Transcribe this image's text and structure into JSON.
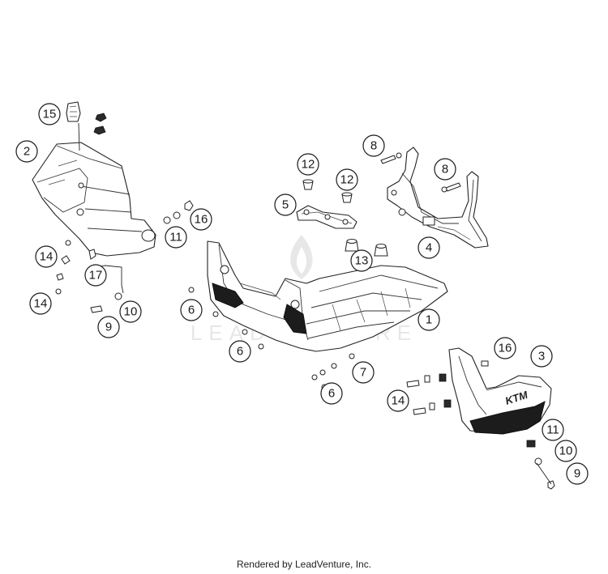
{
  "diagram": {
    "callouts": [
      {
        "label": "15"
      },
      {
        "label": "2"
      },
      {
        "label": "16"
      },
      {
        "label": "11"
      },
      {
        "label": "14"
      },
      {
        "label": "17"
      },
      {
        "label": "14"
      },
      {
        "label": "10"
      },
      {
        "label": "9"
      },
      {
        "label": "12"
      },
      {
        "label": "12"
      },
      {
        "label": "5"
      },
      {
        "label": "8"
      },
      {
        "label": "8"
      },
      {
        "label": "4"
      },
      {
        "label": "13"
      },
      {
        "label": "1"
      },
      {
        "label": "6"
      },
      {
        "label": "6"
      },
      {
        "label": "7"
      },
      {
        "label": "6"
      },
      {
        "label": "14"
      },
      {
        "label": "16"
      },
      {
        "label": "3"
      },
      {
        "label": "11"
      },
      {
        "label": "10"
      },
      {
        "label": "9"
      }
    ],
    "watermark_text": "LEADVENTURE",
    "logo_text": "KTM"
  },
  "footer": {
    "text": "Rendered by LeadVenture, Inc."
  }
}
